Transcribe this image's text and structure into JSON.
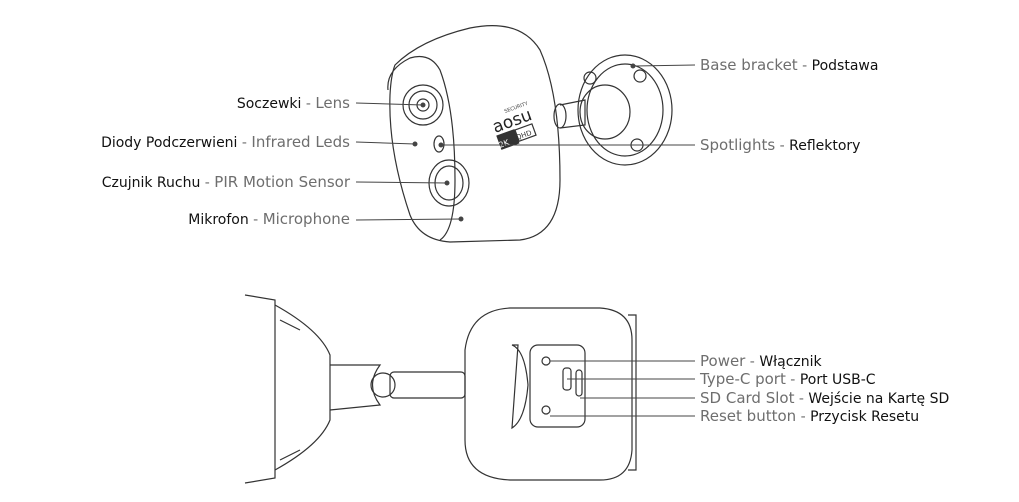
{
  "brand": {
    "name": "aosu",
    "sub": "SECURITY",
    "badge_2k": "2K",
    "badge_qhd": "QHD"
  },
  "top_labels": [
    {
      "pl": "Soczewki",
      "en": "Lens"
    },
    {
      "pl": "Diody Podczerwieni",
      "en": "Infrared Leds"
    },
    {
      "pl": "Czujnik Ruchu",
      "en": "PIR Motion Sensor"
    },
    {
      "pl": "Mikrofon",
      "en": "Microphone"
    }
  ],
  "top_right_labels": [
    {
      "en": "Base bracket",
      "pl": "Podstawa"
    },
    {
      "en": "Spotlights",
      "pl": "Reflektory"
    }
  ],
  "bottom_labels": [
    {
      "en": "Power",
      "pl": "Włącznik"
    },
    {
      "en": "Type-C port",
      "pl": "Port USB-C"
    },
    {
      "en": "SD Card Slot",
      "pl": "Wejście na Kartę SD"
    },
    {
      "en": "Reset button",
      "pl": "Przycisk Resetu"
    }
  ],
  "separator": " - "
}
